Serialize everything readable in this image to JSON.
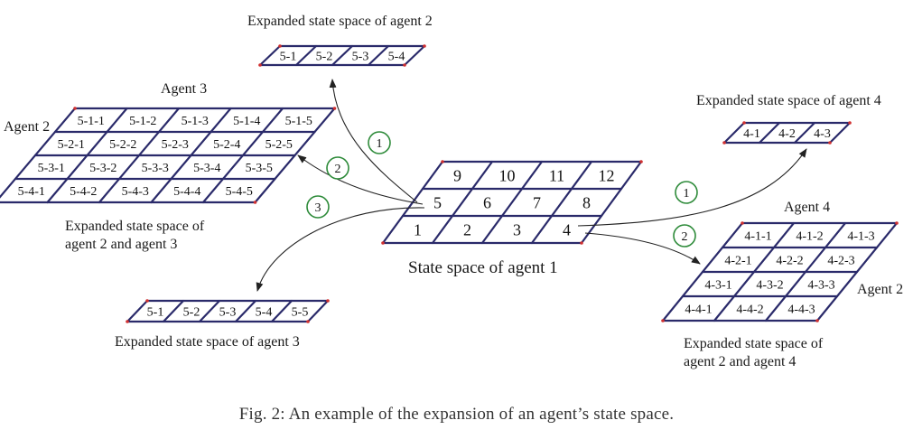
{
  "labels": {
    "top_title": "Expanded state space of agent 2",
    "left_agent3": "Agent 3",
    "left_agent2": "Agent 2",
    "left_caption_line1": "Expanded state space of",
    "left_caption_line2": "agent 2 and agent 3",
    "bottom_left_caption": "Expanded state space of agent 3",
    "center_caption": "State space of agent 1",
    "right_top_title": "Expanded state space of agent 4",
    "right_agent4": "Agent 4",
    "right_agent2": "Agent 2",
    "right_caption_line1": "Expanded state space of",
    "right_caption_line2": "agent 2 and agent 4"
  },
  "caption": "Fig. 2: An example of the expansion of an agent’s state space.",
  "grids": {
    "agent1": {
      "rows": [
        [
          "9",
          "10",
          "11",
          "12"
        ],
        [
          "5",
          "6",
          "7",
          "8"
        ],
        [
          "1",
          "2",
          "3",
          "4"
        ]
      ]
    },
    "agent2_expanded": {
      "rows": [
        [
          "5-1",
          "5-2",
          "5-3",
          "5-4"
        ]
      ]
    },
    "agent23_expanded": {
      "rows": [
        [
          "5-1-1",
          "5-1-2",
          "5-1-3",
          "5-1-4",
          "5-1-5"
        ],
        [
          "5-2-1",
          "5-2-2",
          "5-2-3",
          "5-2-4",
          "5-2-5"
        ],
        [
          "5-3-1",
          "5-3-2",
          "5-3-3",
          "5-3-4",
          "5-3-5"
        ],
        [
          "5-4-1",
          "5-4-2",
          "5-4-3",
          "5-4-4",
          "5-4-5"
        ]
      ]
    },
    "agent3_expanded": {
      "rows": [
        [
          "5-1",
          "5-2",
          "5-3",
          "5-4",
          "5-5"
        ]
      ]
    },
    "agent4_expanded": {
      "rows": [
        [
          "4-1",
          "4-2",
          "4-3"
        ]
      ]
    },
    "agent24_expanded": {
      "rows": [
        [
          "4-1-1",
          "4-1-2",
          "4-1-3"
        ],
        [
          "4-2-1",
          "4-2-2",
          "4-2-3"
        ],
        [
          "4-3-1",
          "4-3-2",
          "4-3-3"
        ],
        [
          "4-4-1",
          "4-4-2",
          "4-4-3"
        ]
      ]
    }
  },
  "badges": {
    "b1_left": "1",
    "b2_left": "2",
    "b3_left": "3",
    "b1_right": "1",
    "b2_right": "2"
  },
  "colors": {
    "grid": "#2a2a6a",
    "corner_dot": "#d03030",
    "badge": "#2e8b3a"
  }
}
